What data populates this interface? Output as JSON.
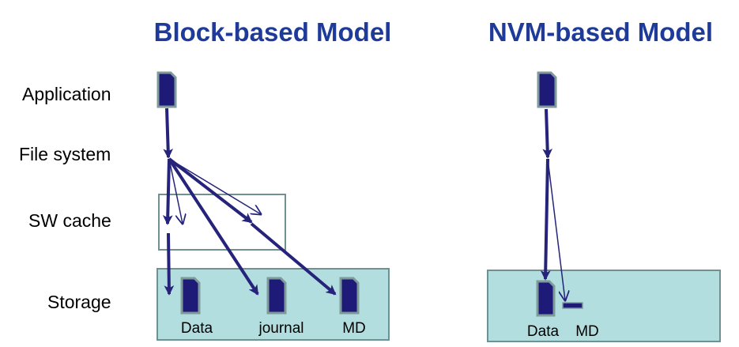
{
  "titles": {
    "left": "Block-based Model",
    "right": "NVM-based Model"
  },
  "layers": {
    "application": "Application",
    "file_system": "File system",
    "sw_cache": "SW cache",
    "storage": "Storage"
  },
  "labels": {
    "block_data": "Data",
    "block_journal": "journal",
    "block_md": "MD",
    "nvm_data": "Data",
    "nvm_md": "MD"
  },
  "colors": {
    "title": "#1f3b9a",
    "arrow": "#26237a",
    "doc_fill": "#1d1a78",
    "doc_border": "#7f9a9a",
    "storage_fill": "#b3dee0",
    "storage_border": "#6f9191",
    "cache_border": "#6f9191"
  }
}
